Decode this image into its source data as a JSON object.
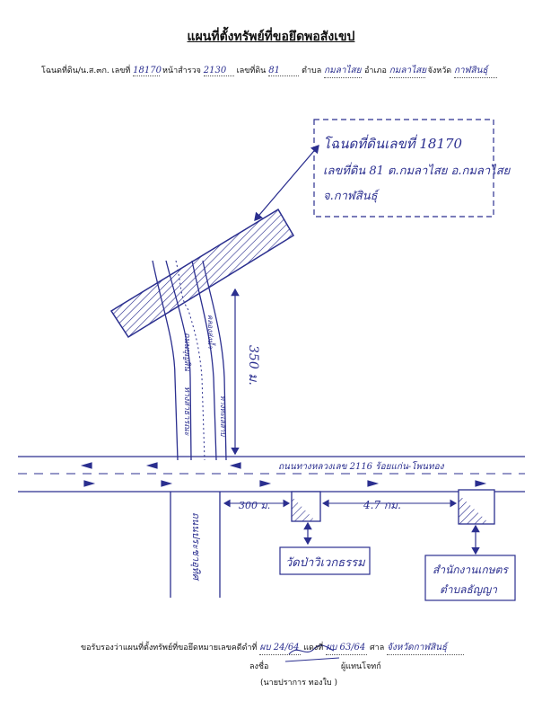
{
  "header": {
    "title": "แผนที่ตั้งทรัพย์ที่ขอยึดพอสังเขป",
    "deed_label": "โฉนดที่ดิน/น.ส.๓ก. เลขที่",
    "deed_no": "18170",
    "page_label": "หน้าสำรวจ",
    "survey_page": "2130",
    "land_no_label": "เลขที่ดิน",
    "land_no": "81",
    "subdistrict_label": "ตำบล",
    "subdistrict": "กมลาไสย",
    "district_label": "อำเภอ",
    "district": "กมลาไสย",
    "province_label": "จังหวัด",
    "province": "กาฬสินธุ์"
  },
  "map": {
    "callout_line1": "โฉนดที่ดินเลขที่ 18170",
    "callout_line2": "เลขที่ดิน 81 ต.กมลาไสย อ.กมลาไสย",
    "callout_line3": "จ.กาฬสินธุ์",
    "distance_vertical": "350 ม.",
    "main_road": "ถนนทางหลวงเลข 2116 ร้อยแก่น-โพนทอง",
    "distance_left": "300 ม.",
    "distance_right": "4.7 กม.",
    "landmark_left": "วัดป่าวิเวกธรรม",
    "landmark_right_1": "สำนักงานเกษตร",
    "landmark_right_2": "ตำบลธัญญา",
    "side_road_1": "ถนนบุญสิน",
    "side_road_2": "ทางสาธารณะ",
    "side_road_3": "คลองส่งน้ำ",
    "side_road_4": "ทางทะเลสาบ",
    "side_road_south": "ถนนประชาอุทิศ"
  },
  "footer": {
    "certify_label": "ขอรับรองว่าแผนที่ตั้งทรัพย์ที่ขอยึดหมายเลขคดีดำที่",
    "black_case": "ผบ 24/64",
    "red_case_label": "แดงที่",
    "red_case": "ผบ 63/64",
    "court_label": "ศาล",
    "court": "จังหวัดกาฬสินธุ์",
    "sign_label": "ลงชื่อ",
    "signer_role": "ผู้แทนโจทก์",
    "signer_name": "(นายปราการ    ทองใบ )"
  }
}
